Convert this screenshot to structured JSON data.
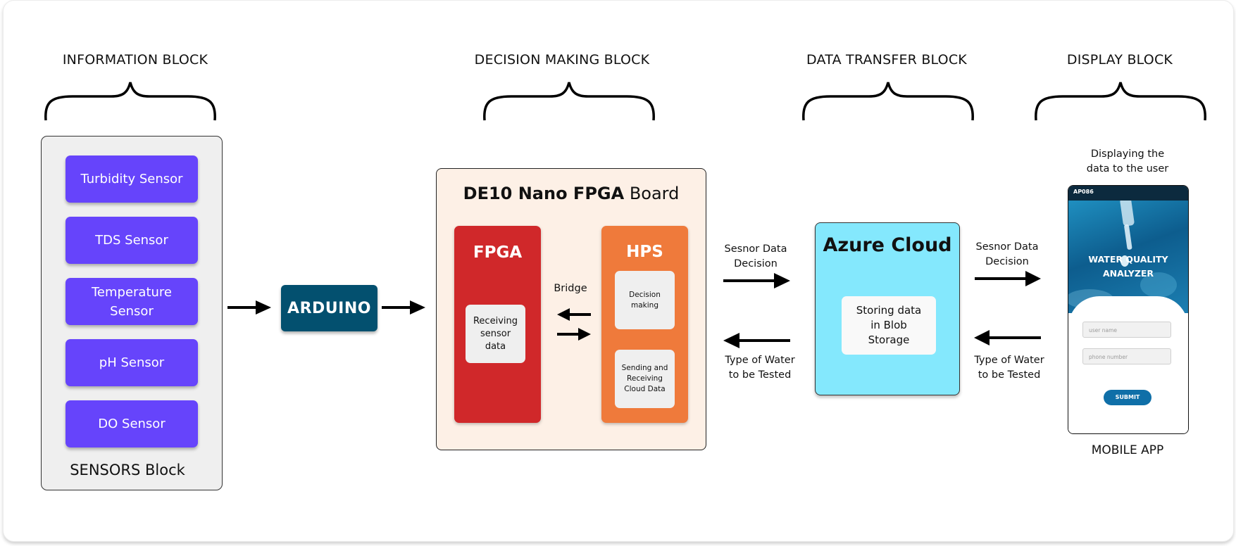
{
  "headers": {
    "information": "INFORMATION BLOCK",
    "decision": "DECISION MAKING BLOCK",
    "data_transfer": "DATA TRANSFER BLOCK",
    "display": "DISPLAY BLOCK"
  },
  "sensors": {
    "items": [
      "Turbidity Sensor",
      "TDS Sensor",
      "Temperature Sensor",
      "pH Sensor",
      "DO Sensor"
    ],
    "label": "SENSORS Block",
    "color": "#6644fb"
  },
  "arduino": {
    "label": "ARDUINO",
    "color": "#03506f"
  },
  "de10": {
    "title_bold": "DE10 Nano FPGA",
    "title_rest": " Board",
    "fpga": {
      "title": "FPGA",
      "inner": "Receiving sensor data",
      "color": "#d0282a"
    },
    "bridge_label": "Bridge",
    "hps": {
      "title": "HPS",
      "inner1": "Decision making",
      "inner2": "Sending and Receiving Cloud Data",
      "color": "#ef7a3b"
    }
  },
  "transfer": {
    "left_top": "Sesnor Data Decision",
    "left_bottom": "Type  of Water to be Tested",
    "right_top": "Sesnor Data Decision",
    "right_bottom": "Type of Water to be Tested"
  },
  "azure": {
    "title": "Azure Cloud",
    "inner": "Storing data in Blob Storage",
    "color": "#84e8fd"
  },
  "display": {
    "caption": "Displaying the data to the user",
    "app_label": "MOBILE APP",
    "phone": {
      "header": "AP086",
      "title": "WATER QUALITY ANALYZER",
      "username_placeholder": "user name",
      "phone_placeholder": "phone number",
      "submit": "SUBMIT"
    }
  }
}
